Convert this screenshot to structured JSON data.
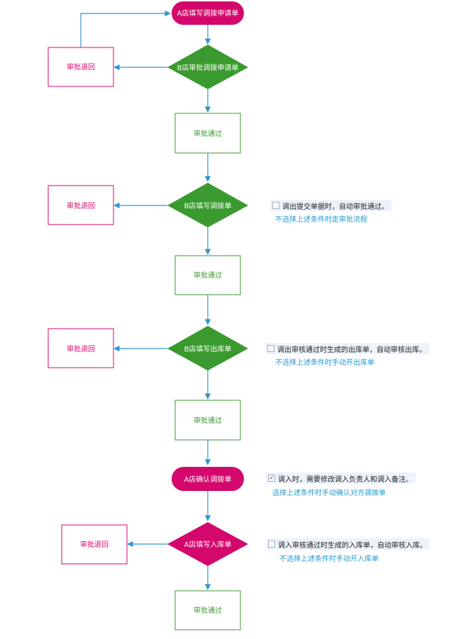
{
  "colors": {
    "magenta": "#d4086c",
    "green": "#3a9a2f",
    "green_border": "#3a9a2f",
    "arrow": "#2e95d3",
    "link": "#1f9bd1"
  },
  "nodes": {
    "a_fill_request": "A店填写调拨申请单",
    "b_approve_request": "B店审批调拨申请单",
    "reject_1": "审批退回",
    "approved_1": "审批通过",
    "b_fill_transfer": "B店填写调拨单",
    "reject_2": "审批退回",
    "approved_2": "审批通过",
    "b_fill_outbound": "B店填写出库单",
    "reject_3": "审批退回",
    "approved_3": "审批通过",
    "a_confirm_transfer": "A店确认调拨单",
    "a_fill_inbound": "A店填写入库单",
    "reject_4": "审批退回",
    "approved_4": "审批通过"
  },
  "options": [
    {
      "checked": false,
      "check_text": "调出提交单据时，自动审批通过。",
      "link_text": "不选择上述条件时走审批流程"
    },
    {
      "checked": false,
      "check_text": "调出审核通过时生成的出库单，自动审核出库。",
      "link_text": "不选择上述条件时手动开出库单"
    },
    {
      "checked": true,
      "check_mark": "✓",
      "check_text": "调入时，需要修改调入负责人和调入备注。",
      "link_text": "选择上述条件时手动确认对方调拨单"
    },
    {
      "checked": false,
      "check_text": "调入审核通过时生成的入库单，自动审核入库。",
      "link_text": "不选择上述条件时手动开入库单"
    }
  ]
}
